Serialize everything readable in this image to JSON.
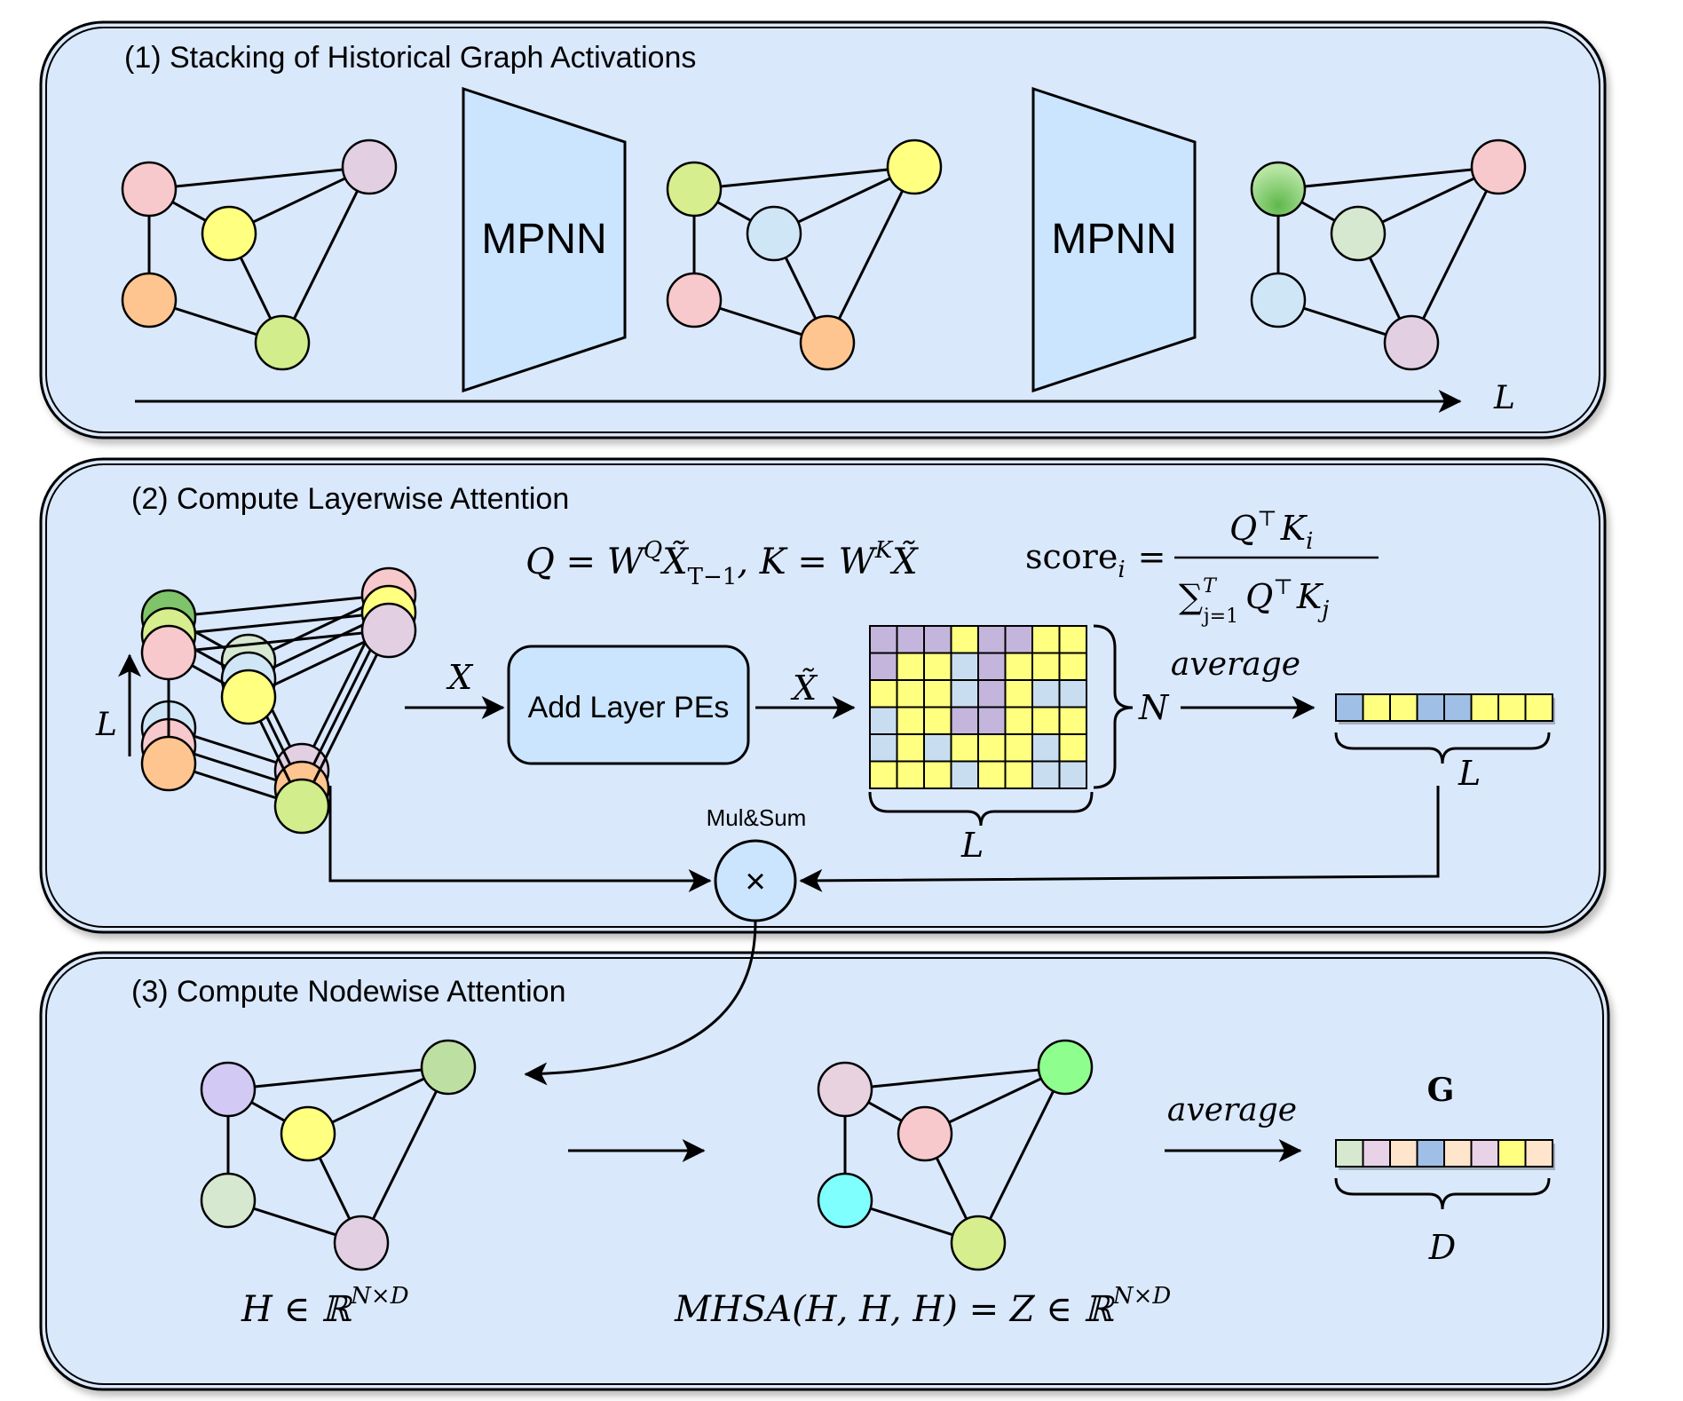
{
  "panels": [
    {
      "title": "(1) Stacking of Historical Graph Activations"
    },
    {
      "title": "(2) Compute Layerwise Attention"
    },
    {
      "title": "(3) Compute Nodewise Attention"
    }
  ],
  "panel1": {
    "mpnn_label": "MPNN",
    "axis_label": "L",
    "graphs": [
      {
        "node_colors": [
          "#f8c9cc",
          "#e2d0e2",
          "#ffff80",
          "#ffc590",
          "#d2ee8c"
        ]
      },
      {
        "node_colors": [
          "#d6ee8e",
          "#ffff80",
          "#cfe6f7",
          "#f8c9cc",
          "#ffc590"
        ]
      },
      {
        "node_colors": [
          "#7fc46a",
          "#f8c9cc",
          "#d6e8cf",
          "#cfe6f7",
          "#e2d0e2"
        ]
      }
    ]
  },
  "panel2": {
    "stack_axis_label": "L",
    "x_label": "X",
    "x_tilde_label": "X̃",
    "pe_button_label": "Add Layer PEs",
    "eq_q": "Q = W",
    "eq_q_sup": "Q",
    "eq_q_x": "X̃",
    "eq_q_sub": "T−1",
    "eq_k": ", K = W",
    "eq_k_sup": "K",
    "eq_k_x": "X̃",
    "score_label": "score",
    "score_sub": "i",
    "score_eq": "=",
    "score_num": "Q",
    "score_num_sup": "⊤",
    "score_num_k": "K",
    "score_num_sub": "i",
    "score_den_sum": "∑",
    "score_den_sup": "T",
    "score_den_sub": "j=1",
    "score_den_q": "Q",
    "score_den_k": "K",
    "score_den_ksub": "j",
    "matrix_rows_label": "N",
    "matrix_cols_label": "L",
    "average_label": "average",
    "vector_label": "L",
    "mulsum_label": "Mul&Sum",
    "mulsum_symbol": "×",
    "matrix_cells": [
      [
        "#c3b5dc",
        "#c3b5dc",
        "#c3b5dc",
        "#ffff80",
        "#c3b5dc",
        "#c3b5dc",
        "#ffff80",
        "#ffff80"
      ],
      [
        "#c3b5dc",
        "#ffff80",
        "#ffff80",
        "#c9ddf0",
        "#c3b5dc",
        "#ffff80",
        "#ffff80",
        "#ffff80"
      ],
      [
        "#ffff80",
        "#ffff80",
        "#ffff80",
        "#c9ddf0",
        "#c3b5dc",
        "#ffff80",
        "#c9ddf0",
        "#c9ddf0"
      ],
      [
        "#c9ddf0",
        "#ffff80",
        "#ffff80",
        "#c3b5dc",
        "#c3b5dc",
        "#ffff80",
        "#ffff80",
        "#ffff80"
      ],
      [
        "#c9ddf0",
        "#ffff80",
        "#c9ddf0",
        "#ffff80",
        "#ffff80",
        "#ffff80",
        "#c9ddf0",
        "#ffff80"
      ],
      [
        "#ffff80",
        "#ffff80",
        "#ffff80",
        "#c9ddf0",
        "#ffff80",
        "#ffff80",
        "#c9ddf0",
        "#c9ddf0"
      ]
    ],
    "vector_cells": [
      "#9fbfe6",
      "#ffff80",
      "#ffff80",
      "#9fbfe6",
      "#9fbfe6",
      "#ffff80",
      "#ffff80",
      "#ffff80"
    ]
  },
  "panel3": {
    "h_label": "H ∈ ℝ",
    "h_sup": "N×D",
    "mhsa_label": "MHSA(H, H, H) = Z ∈ ℝ",
    "mhsa_sup": "N×D",
    "average_label": "average",
    "g_label": "G",
    "d_label": "D",
    "graphs": [
      {
        "node_colors": [
          "#d2c9f5",
          "#bde0a2",
          "#ffff80",
          "#d6e8cf",
          "#e2d0e2"
        ]
      },
      {
        "node_colors": [
          "#e8d2e0",
          "#8eff8e",
          "#f8c9cc",
          "#80ffff",
          "#d6ee8e"
        ]
      }
    ],
    "vector_cells": [
      "#d6e8cf",
      "#e8d2e8",
      "#ffe5cc",
      "#9fbfe6",
      "#ffe5cc",
      "#e8d2e8",
      "#ffff80",
      "#ffe5cc"
    ]
  }
}
